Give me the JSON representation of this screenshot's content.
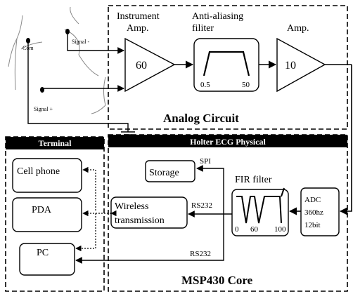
{
  "analog": {
    "instrument_amp_label_line1": "Instrument",
    "instrument_amp_label_line2": "Amp.",
    "instrument_amp_gain": "60",
    "aa_filter_label_line1": "Anti-aliasing",
    "aa_filter_label_line2": "filiter",
    "aa_filter_low": "0.5",
    "aa_filter_high": "50",
    "amp_label": "Amp.",
    "amp_gain": "10",
    "section_title": "Analog Circuit"
  },
  "electrodes": {
    "com": "Com",
    "signal_minus": "Signal -",
    "signal_plus": "Signal +"
  },
  "terminal": {
    "header": "Terminal",
    "cell_phone": "Cell phone",
    "pda": "PDA",
    "pc": "PC"
  },
  "holter": {
    "header": "Holter ECG Physical",
    "storage": "Storage",
    "spi": "SPI",
    "fir_label": "FIR filter",
    "fir_tick0": "0",
    "fir_tick1": "60",
    "fir_tick2": "100",
    "adc_line1": "ADC",
    "adc_line2": "360hz",
    "adc_line3": "12bit",
    "wireless_line1": "Wireless",
    "wireless_line2": "transmission",
    "rs232_top": "RS232",
    "rs232_bottom": "RS232",
    "core_title": "MSP430 Core"
  }
}
